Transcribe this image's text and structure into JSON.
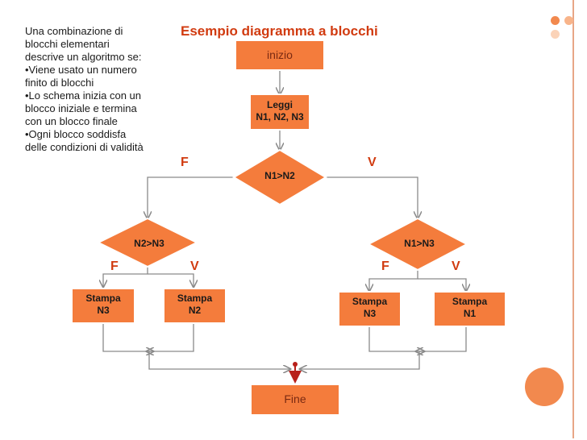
{
  "title": "Esempio diagramma a blocchi",
  "description": [
    "Una combinazione di blocchi elementari descrive  un algoritmo se:",
    "•Viene usato un numero finito di blocchi",
    "•Lo schema inizia con un blocco iniziale e termina con un blocco finale",
    "•Ogni blocco soddisfa delle condizioni di validità"
  ],
  "nodes": {
    "start": "inizio",
    "read_line1": "Leggi",
    "read_line2": "N1, N2, N3",
    "cond_main": "N1>N2",
    "cond_left": "N2>N3",
    "cond_right": "N1>N3",
    "out_n3_left_l1": "Stampa",
    "out_n3_left_l2": "N3",
    "out_n2_l1": "Stampa",
    "out_n2_l2": "N2",
    "out_n3_right_l1": "Stampa",
    "out_n3_right_l2": "N3",
    "out_n1_l1": "Stampa",
    "out_n1_l2": "N1",
    "end": "Fine"
  },
  "branch_labels": {
    "main_false": "F",
    "main_true": "V",
    "left_false": "F",
    "left_true": "V",
    "right_false": "F",
    "right_true": "V"
  },
  "colors": {
    "block_fill": "#f47c3c",
    "block_stroke": "#ffffff",
    "connector": "#8a8a8a",
    "title": "#d13b10",
    "end_arrow": "#b8201a"
  }
}
